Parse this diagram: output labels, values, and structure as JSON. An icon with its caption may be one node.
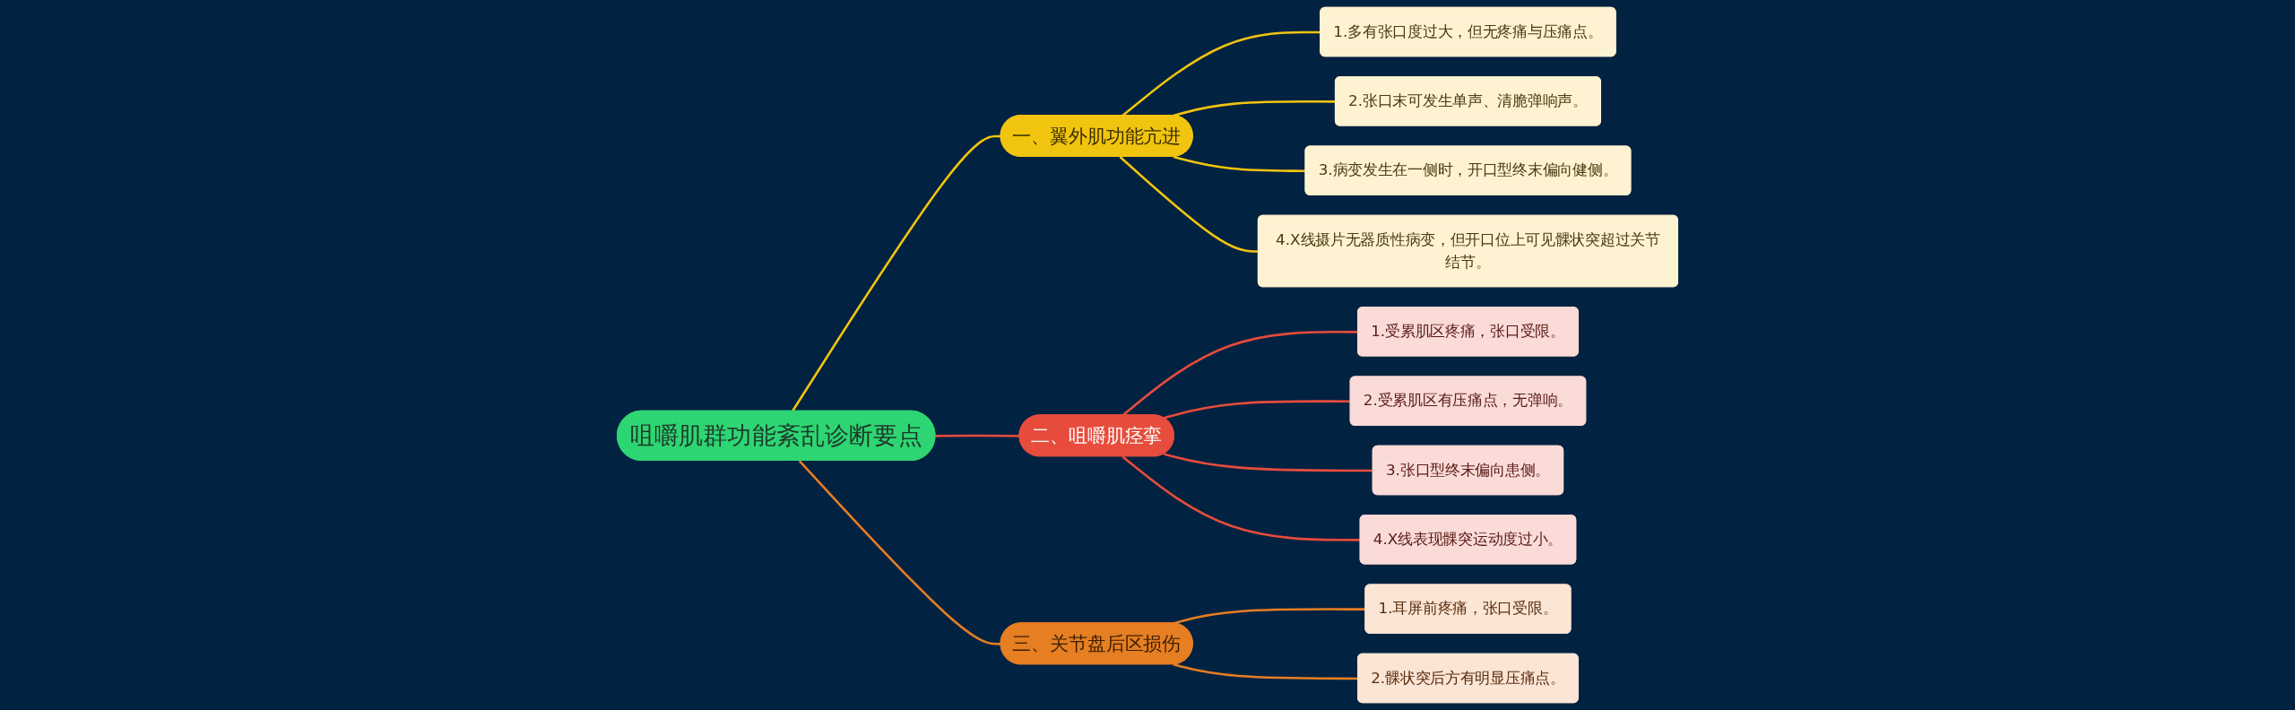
{
  "diagram": {
    "nodes": [
      {
        "text": [
          "咀嚼肌群功能紊乱诊断要点"
        ]
      },
      {
        "text": [
          "一、翼外肌功能亢进"
        ]
      },
      {
        "text": [
          "1.多有张口度过大，但无疼痛与压痛点。"
        ]
      },
      {
        "text": [
          "2.张口末可发生单声、清脆弹响声。"
        ]
      },
      {
        "text": [
          "3.病变发生在一侧时，开口型终末偏向健侧。"
        ]
      },
      {
        "text": [
          "4.X线摄片无器质性病变，但开口位上可见髁状突超过关节结节。"
        ]
      },
      {
        "text": [
          "二、咀嚼肌痉挛"
        ]
      },
      {
        "text": [
          "1.受累肌区疼痛，张口受限。"
        ]
      },
      {
        "text": [
          "2.受累肌区有压痛点，无弹响。"
        ]
      },
      {
        "text": [
          "3.张口型终末偏向患侧。"
        ]
      },
      {
        "text": [
          "4.X线表现髁突运动度过小。"
        ]
      },
      {
        "text": [
          "三、关节盘后区损伤"
        ]
      },
      {
        "text": [
          "1.耳屏前疼痛，张口受限。"
        ]
      },
      {
        "text": [
          "2.髁状突后方有明显压痛点。"
        ]
      }
    ],
    "edges": [
      {
        "from": 0,
        "to": 1,
        "arrow": "none",
        "color": "#f1c40f"
      },
      {
        "from": 1,
        "to": 2,
        "arrow": "none",
        "color": "#f1c40f"
      },
      {
        "from": 1,
        "to": 3,
        "arrow": "none",
        "color": "#f1c40f"
      },
      {
        "from": 1,
        "to": 4,
        "arrow": "none",
        "color": "#f1c40f"
      },
      {
        "from": 1,
        "to": 5,
        "arrow": "none",
        "color": "#f1c40f"
      },
      {
        "from": 0,
        "to": 6,
        "arrow": "none",
        "color": "#e74c3c"
      },
      {
        "from": 6,
        "to": 7,
        "arrow": "none",
        "color": "#e74c3c"
      },
      {
        "from": 6,
        "to": 8,
        "arrow": "none",
        "color": "#e74c3c"
      },
      {
        "from": 6,
        "to": 9,
        "arrow": "none",
        "color": "#e74c3c"
      },
      {
        "from": 6,
        "to": 10,
        "arrow": "none",
        "color": "#e74c3c"
      },
      {
        "from": 0,
        "to": 11,
        "arrow": "none",
        "color": "#e67e22"
      },
      {
        "from": 11,
        "to": 12,
        "arrow": "none",
        "color": "#e67e22"
      },
      {
        "from": 11,
        "to": 13,
        "arrow": "none",
        "color": "#e67e22"
      }
    ]
  }
}
